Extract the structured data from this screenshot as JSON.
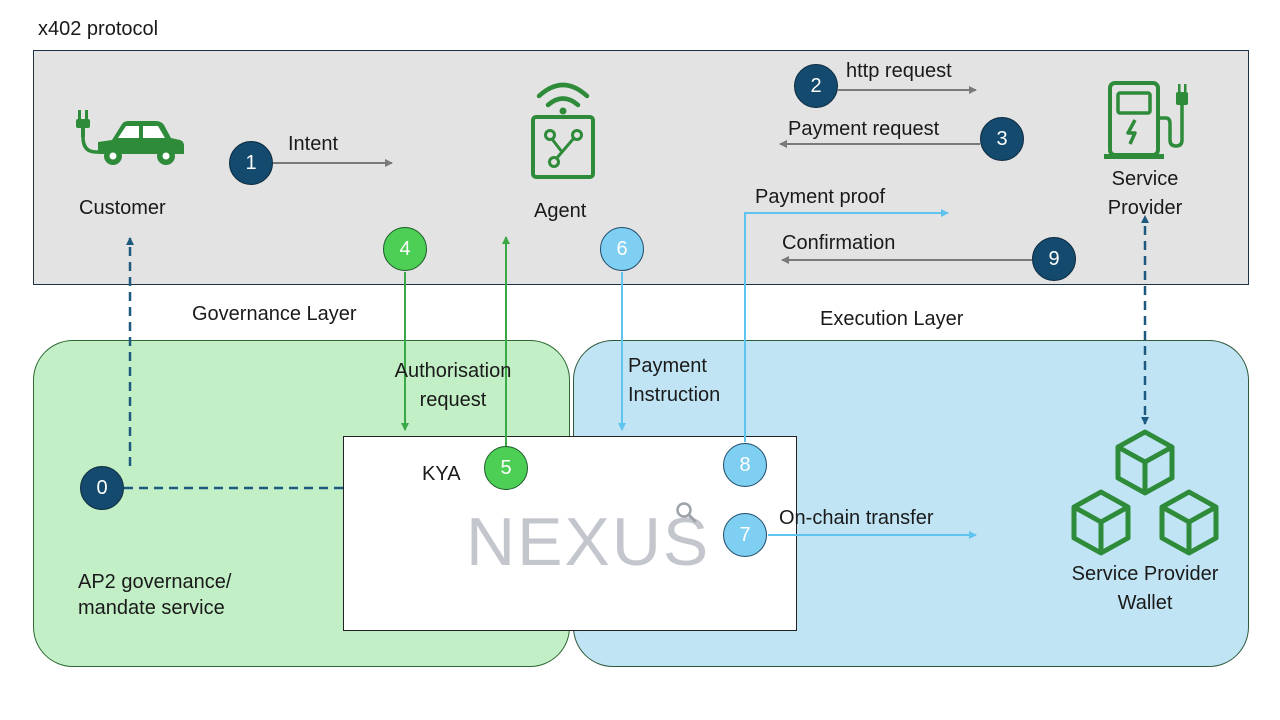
{
  "protocol": {
    "title": "x402 protocol"
  },
  "layers": {
    "governance_label": "Governance Layer",
    "execution_label": "Execution Layer"
  },
  "actors": {
    "customer": "Customer",
    "agent": "Agent",
    "service_provider_line1": "Service",
    "service_provider_line2": "Provider",
    "ap2_line1": "AP2 governance/",
    "ap2_line2": "mandate service",
    "kya": "KYA",
    "nexus": "NEXUS",
    "wallet_line1": "Service Provider",
    "wallet_line2": "Wallet"
  },
  "steps": {
    "s0": "0",
    "s1": "1",
    "s2": "2",
    "s3": "3",
    "s4": "4",
    "s5": "5",
    "s6": "6",
    "s7": "7",
    "s8": "8",
    "s9": "9"
  },
  "flows": {
    "intent": "Intent",
    "http_request": "http request",
    "payment_request": "Payment request",
    "payment_proof": "Payment proof",
    "confirmation": "Confirmation",
    "authorisation_line1": "Authorisation",
    "authorisation_line2": "request",
    "payment_instruction_line1": "Payment",
    "payment_instruction_line2": "Instruction",
    "onchain_transfer": "On-chain transfer"
  },
  "icons": {
    "customer": "electric-car-icon",
    "agent": "ai-agent-icon",
    "provider": "ev-charger-icon",
    "wallet": "blockchain-cubes-icon",
    "nexus": "magnifier-icon"
  },
  "colors": {
    "green_icon": "#2e8b3a",
    "dark_step": "#134a6e",
    "green_step": "#4ccf54",
    "blue_step": "#7ecff2",
    "governance_bg": "#c2efc6",
    "execution_bg": "#c0e4f4",
    "protocol_bg": "#e3e3e3"
  }
}
